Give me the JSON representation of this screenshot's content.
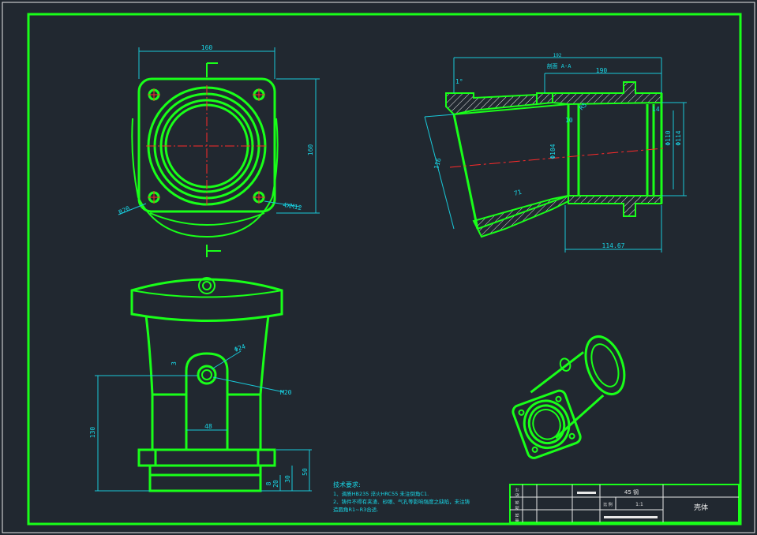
{
  "drawing": {
    "top_view_dims": {
      "width": "160",
      "height": "160",
      "radius": "R20",
      "holes": "4XM12"
    },
    "section_dims": {
      "label": "剖面 A-A",
      "overall": "192",
      "length_190": "190",
      "d14": "14",
      "d10": "10",
      "dia110": "Φ110",
      "dia114": "Φ114",
      "dia104": "Φ104",
      "r5": "R5",
      "d71": "71",
      "d116": "116",
      "bottom_len": "114.67",
      "angle": "1°"
    },
    "front_view_dims": {
      "height": "130",
      "width": "48",
      "dia24": "Φ24",
      "m20": "M20",
      "small3": "3",
      "d50": "50",
      "d30": "30",
      "d20": "20",
      "d8": "8"
    },
    "notes": {
      "title": "技术要求:",
      "line1": "1、调质HB235  淬火HRC55  未注倒角C1.",
      "line2": "2、铸件不得有夹渣、砂眼、气孔等影响强度之缺陷，未注铸",
      "line3": "造圆角R1~R3合适."
    },
    "title_block": {
      "material": "45 钢",
      "scale_label": "比 例",
      "scale_value": "1:1",
      "part_name": "壳体",
      "row1": "设 计",
      "row2": "校 核",
      "row3": "审 核"
    }
  }
}
